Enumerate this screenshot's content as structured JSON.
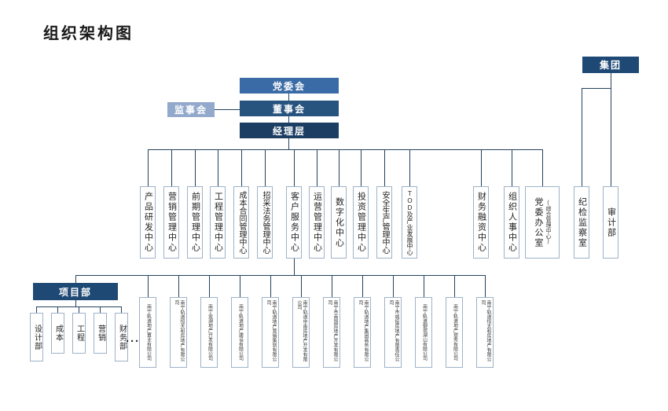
{
  "title": "组织架构图",
  "hierarchy": {
    "group": "集团",
    "party_committee": "党委会",
    "supervisory_board": "监事会",
    "board_of_directors": "董事会",
    "management_level": "经理层"
  },
  "departments": [
    "产品研发中心",
    "营销管理中心",
    "前期管理中心",
    "工程管理中心",
    "成本合同管理中心",
    "招采法务管理中心",
    "客户服务中心",
    "运营管理中心",
    "数字化中心",
    "投资管理中心",
    "安全生产管理中心",
    "TOD及产业发展中心",
    "财务融资中心",
    "组织人事中心"
  ],
  "party_office": {
    "label": "党委办公室",
    "note": "(综合管理中心)"
  },
  "group_oversight": [
    "纪检监察室",
    "审计部"
  ],
  "project_department": {
    "label": "项目部",
    "sections": [
      "设计部",
      "成本",
      "工程",
      "营销",
      "财务部"
    ],
    "more": "···"
  },
  "subsidiaries": [
    "南宁轨道地产置业有限公司",
    "南宁轨道恒天和房地产有限公司",
    "南宁金湖地产开发有限公司",
    "南宁轨道地产建设有限公司",
    "南宁轨道地产营销策划有限公司",
    "南宁轨道中南房地产开发有限公司",
    "南宁市南国房地产开发有限公司",
    "南宁轨道地产集团商务有限公司",
    "南宁市城投房地产有限责任公司",
    "南宁轨道御璟湖山有限公司",
    "南宁轨道地产璟秀有限公司",
    "南宁轨道恒太和房地产有限公司"
  ],
  "colors": {
    "dark_navy": "#1C3E63",
    "navy": "#1F4975",
    "medium_blue": "#3B6BA6",
    "light_blue": "#93A9CC",
    "line": "#24425F",
    "box_border": "#9DB2C8"
  }
}
